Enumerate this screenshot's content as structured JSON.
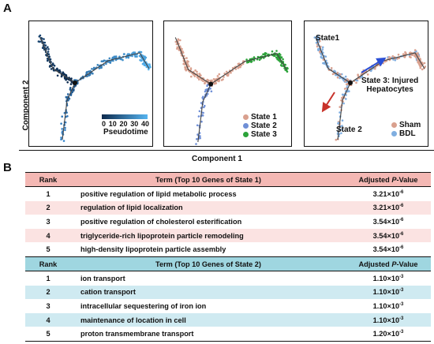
{
  "panel_a_label": "A",
  "panel_b_label": "B",
  "axes": {
    "y_label": "Component 2",
    "x_label": "Component 1"
  },
  "pseudotime_legend": {
    "ticks": [
      "0",
      "10",
      "20",
      "30",
      "40"
    ],
    "label": "Pseudotime",
    "low_color": "#0d2a4d",
    "high_color": "#56b4f0"
  },
  "state_legend": [
    {
      "label": "State 1",
      "color": "#d9a08e"
    },
    {
      "label": "State 2",
      "color": "#6f8fd6"
    },
    {
      "label": "State 3",
      "color": "#2ca33a"
    }
  ],
  "panel3_annotations": {
    "state1": "State1",
    "state2": "State 2",
    "state3_line1": "State 3: Injured",
    "state3_line2": "Hepatocytes"
  },
  "condition_legend": [
    {
      "label": "Sham",
      "color": "#d9a08e"
    },
    {
      "label": "BDL",
      "color": "#7faee0"
    }
  ],
  "table1": {
    "headers": {
      "rank": "Rank",
      "term": "Term (Top 10 Genes of State 1)",
      "pvalue_prefix": "Adjusted ",
      "pvalue_italic": "P",
      "pvalue_suffix": "-Value"
    },
    "rows": [
      {
        "rank": "1",
        "term": "positive regulation of lipid metabolic process",
        "value": "3.21×10",
        "exp": "-6"
      },
      {
        "rank": "2",
        "term": "regulation of lipid localization",
        "value": "3.21×10",
        "exp": "-6"
      },
      {
        "rank": "3",
        "term": "positive regulation of cholesterol esterification",
        "value": "3.54×10",
        "exp": "-6"
      },
      {
        "rank": "4",
        "term": "triglyceride-rich lipoprotein particle remodeling",
        "value": "3.54×10",
        "exp": "-6"
      },
      {
        "rank": "5",
        "term": "high-density lipoprotein particle assembly",
        "value": "3.54×10",
        "exp": "-6"
      }
    ]
  },
  "table2": {
    "headers": {
      "rank": "Rank",
      "term": "Term (Top 10 Genes of State 2)",
      "pvalue_prefix": "Adjusted ",
      "pvalue_italic": "P",
      "pvalue_suffix": "-Value"
    },
    "rows": [
      {
        "rank": "1",
        "term": "ion transport",
        "value": "1.10×10",
        "exp": "-3"
      },
      {
        "rank": "2",
        "term": "cation transport",
        "value": "1.10×10",
        "exp": "-3"
      },
      {
        "rank": "3",
        "term": "intracellular sequestering of iron ion",
        "value": "1.10×10",
        "exp": "-3"
      },
      {
        "rank": "4",
        "term": "maintenance of location in cell",
        "value": "1.10×10",
        "exp": "-3"
      },
      {
        "rank": "5",
        "term": "proton transmembrane transport",
        "value": "1.20×10",
        "exp": "-3"
      }
    ]
  }
}
